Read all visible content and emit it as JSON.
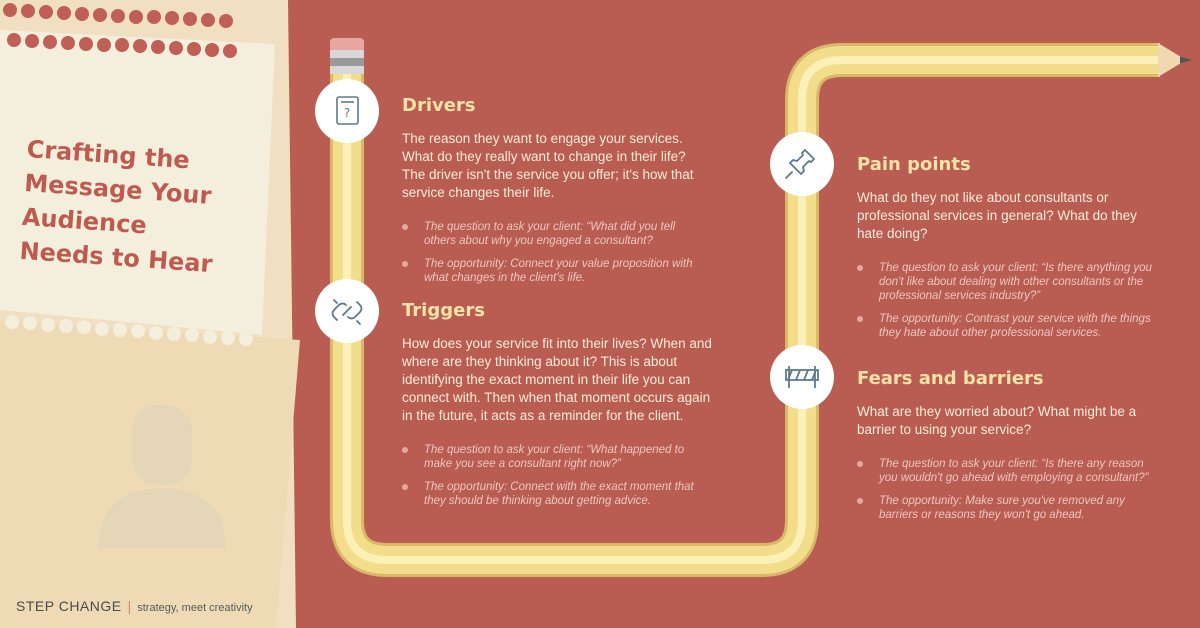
{
  "title": {
    "lines": [
      "Crafting the",
      "Message Your",
      "Audience",
      "Needs to Hear"
    ]
  },
  "footer": {
    "brand": "STEP CHANGE",
    "separator": "|",
    "tagline": "strategy, meet creativity"
  },
  "sections": {
    "drivers": {
      "heading": "Drivers",
      "icon": "clipboard-question-icon",
      "body": "The reason they want to engage your services. What do they really want to change in their life? The driver isn't the service you offer; it's how that service changes their life.",
      "bullets": [
        "The question to ask your client: “What did you tell others about why you engaged a consultant?",
        "The opportunity: Connect your value proposition with what changes in the client's life."
      ]
    },
    "triggers": {
      "heading": "Triggers",
      "icon": "broken-link-icon",
      "body": "How does your service fit into their lives? When and where are they thinking about it? This is about identifying the exact moment in their life you can connect with. Then when that moment occurs again in the future, it acts as a reminder for the client.",
      "bullets": [
        "The question to ask your client: “What happened to make you see a consultant right now?”",
        "The opportunity: Connect with the exact moment that they should be thinking about getting advice."
      ]
    },
    "pain_points": {
      "heading": "Pain points",
      "icon": "pushpin-icon",
      "body": "What do they not like about consultants or professional services in general? What do they hate doing?",
      "bullets": [
        "The question to ask your client: “Is there anything you don't like about dealing with other consultants or the professional services industry?”",
        "The opportunity: Contrast your service with the things they hate about other professional services."
      ]
    },
    "fears": {
      "heading": "Fears and barriers",
      "icon": "barrier-icon",
      "body": "What are they worried about? What might be a barrier to using your service?",
      "bullets": [
        "The question to ask your client: “Is there any reason you wouldn't go ahead with employing a consultant?”",
        "The opportunity: Make sure you've removed any barriers or reasons they won't go ahead."
      ]
    }
  },
  "colors": {
    "background": "#b95d53",
    "pencil_body": "#f2dd8a",
    "heading": "#f5e2a6",
    "title": "#bf5a4f",
    "paper": "#f4eedd"
  }
}
